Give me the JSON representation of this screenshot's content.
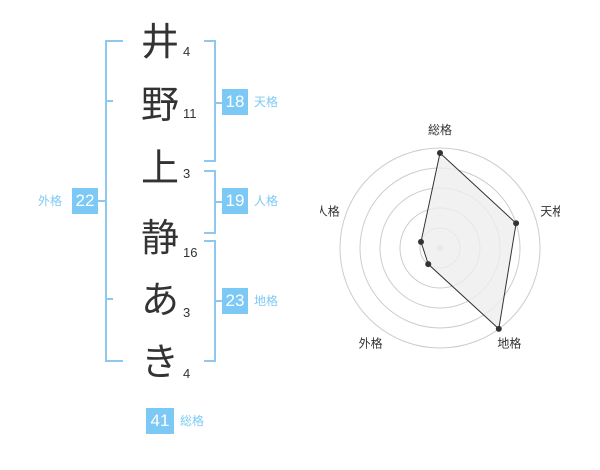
{
  "name_chars": [
    {
      "char": "井",
      "strokes": "4"
    },
    {
      "char": "野",
      "strokes": "11"
    },
    {
      "char": "上",
      "strokes": "3"
    },
    {
      "char": "静",
      "strokes": "16"
    },
    {
      "char": "あ",
      "strokes": "3"
    },
    {
      "char": "き",
      "strokes": "4"
    }
  ],
  "kaku": {
    "tenkaku": {
      "value": "18",
      "label": "天格"
    },
    "jinkaku": {
      "value": "19",
      "label": "人格"
    },
    "chikaku": {
      "value": "23",
      "label": "地格"
    },
    "gaikaku": {
      "value": "22",
      "label": "外格"
    },
    "soukaku": {
      "value": "41",
      "label": "総格"
    }
  },
  "radar": {
    "axes": [
      "総格",
      "天格",
      "地格",
      "外格",
      "人格"
    ],
    "values": [
      0.95,
      0.8,
      1.0,
      0.2,
      0.2
    ],
    "levels": 5,
    "stroke_color": "#333333",
    "fill_color": "#eeeeee",
    "grid_color": "#cccccc"
  }
}
